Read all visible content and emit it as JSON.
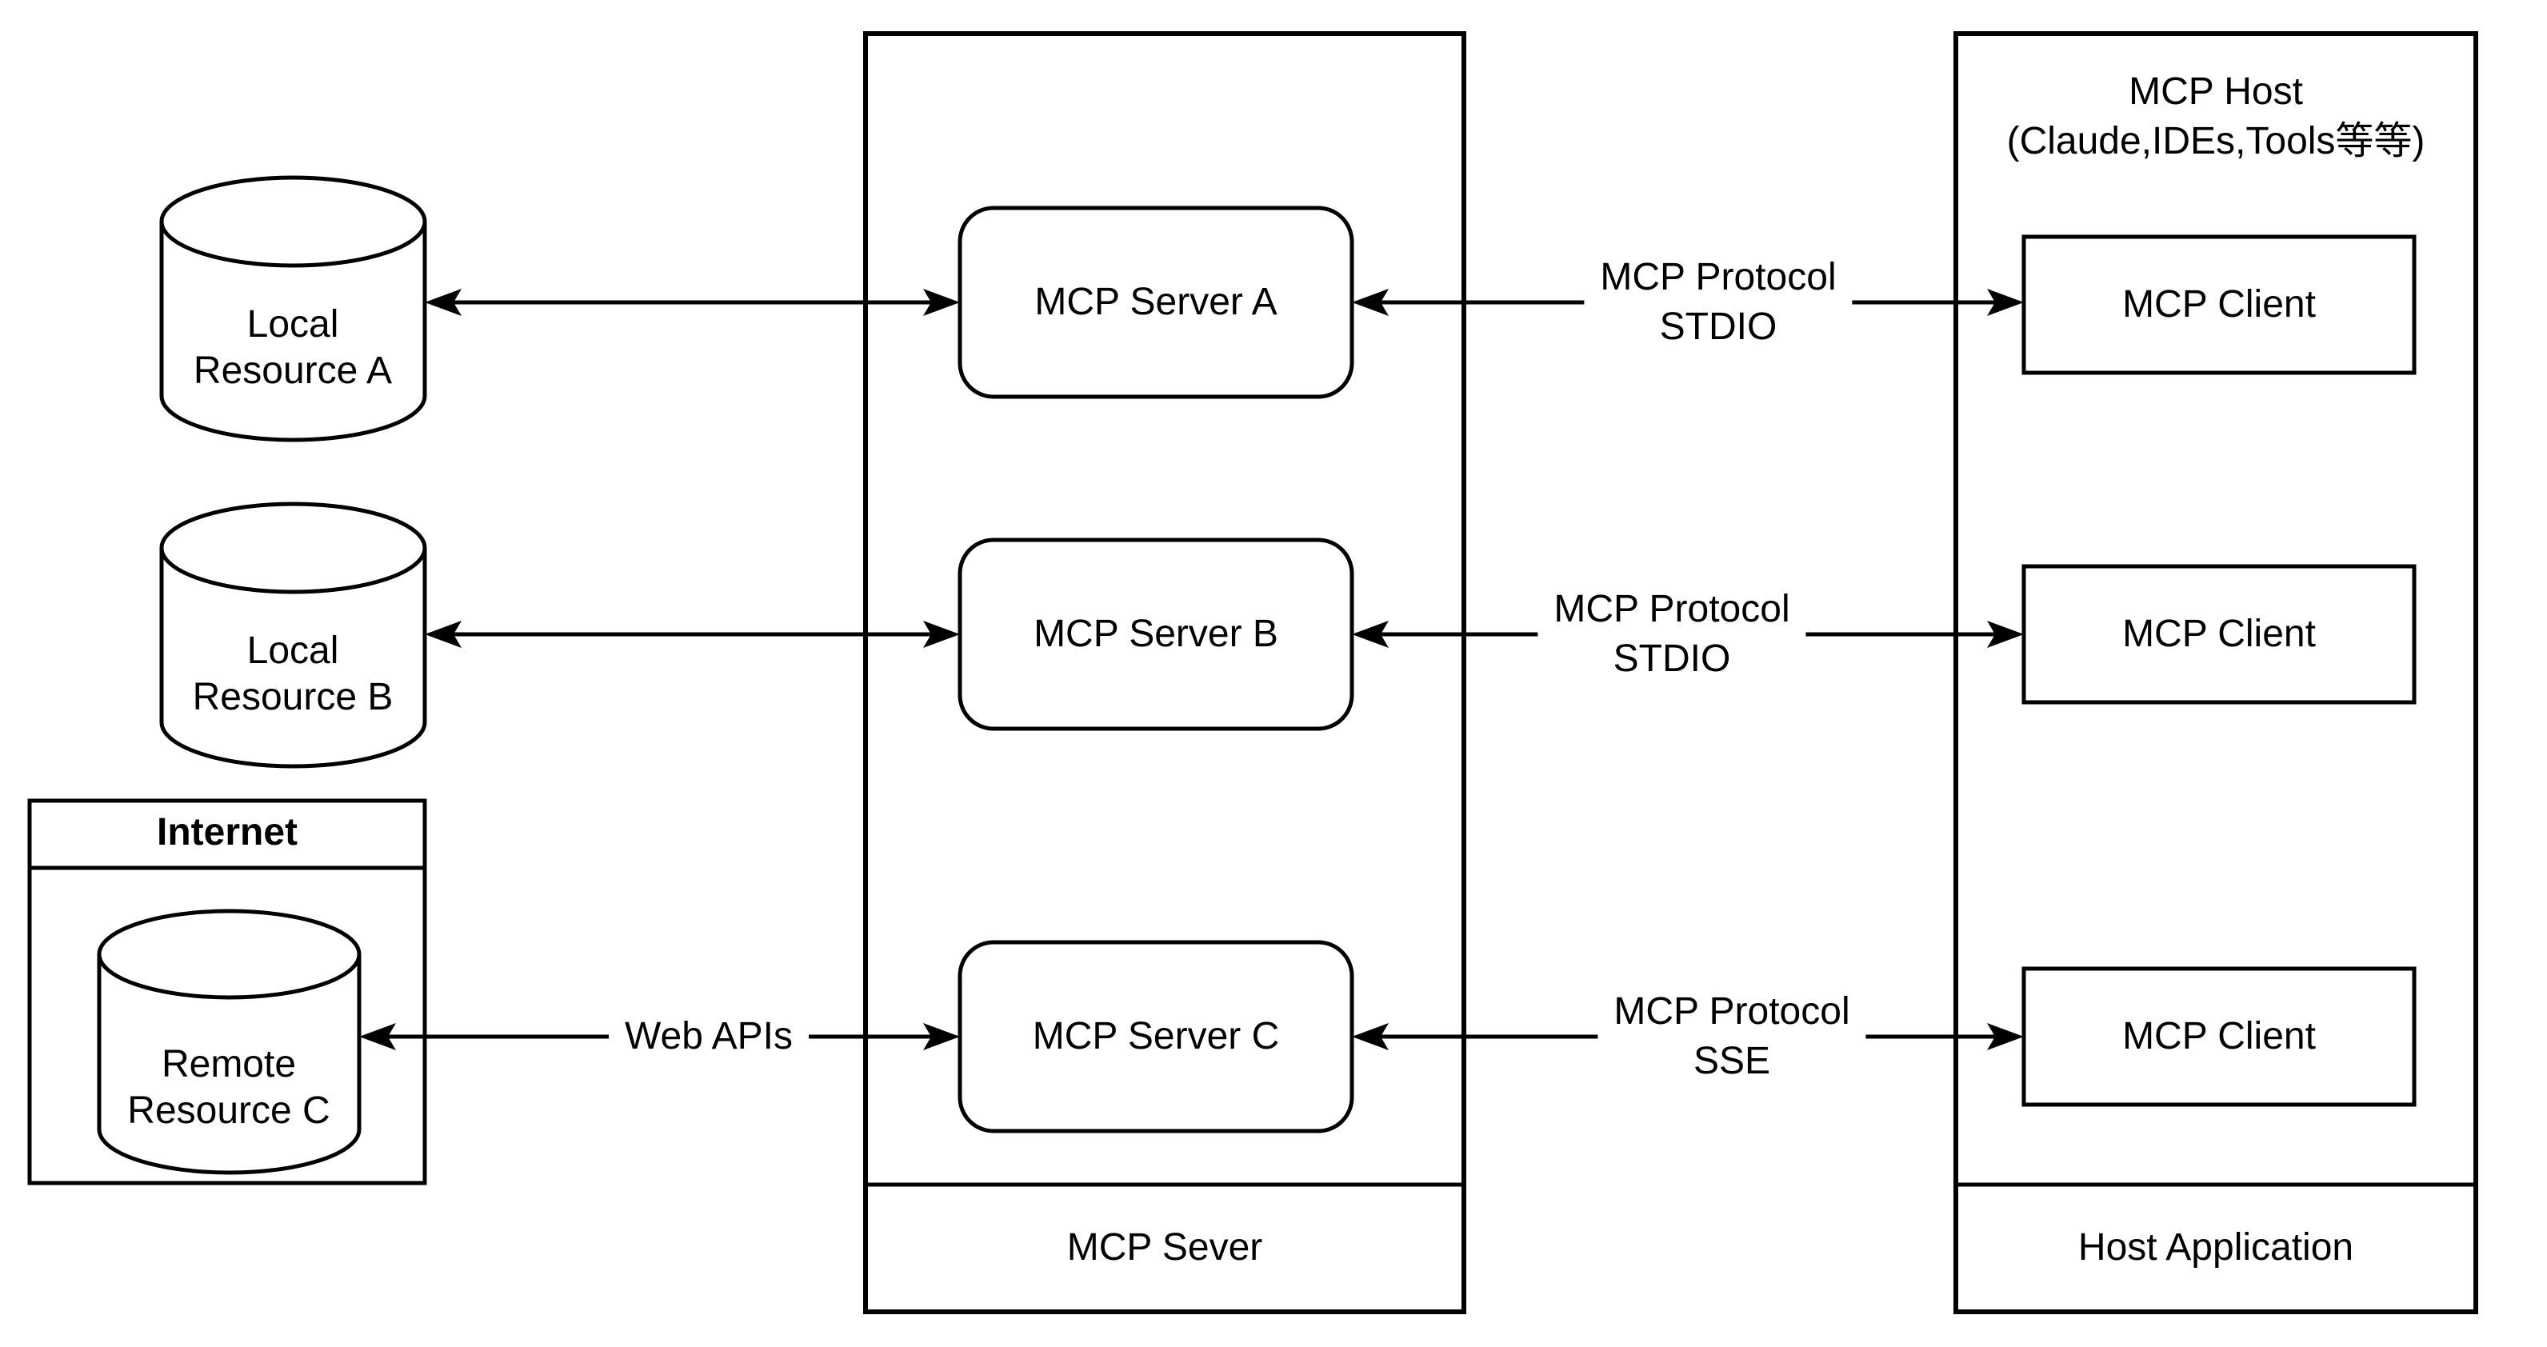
{
  "palette": {
    "stroke": "#000000",
    "background": "#ffffff"
  },
  "resources": {
    "local_a": {
      "line1": "Local",
      "line2": "Resource A"
    },
    "local_b": {
      "line1": "Local",
      "line2": "Resource B"
    },
    "internet": {
      "title": "Internet"
    },
    "remote_c": {
      "line1": "Remote",
      "line2": "Resource C"
    }
  },
  "server_panel": {
    "footer": "MCP Sever",
    "servers": [
      {
        "label": "MCP Server A"
      },
      {
        "label": "MCP Server B"
      },
      {
        "label": "MCP Server C"
      }
    ]
  },
  "host_panel": {
    "title_line1": "MCP Host",
    "title_line2": "(Claude,IDEs,Tools等等)",
    "footer": "Host Application",
    "clients": [
      {
        "label": "MCP Client"
      },
      {
        "label": "MCP Client"
      },
      {
        "label": "MCP Client"
      }
    ]
  },
  "connections": {
    "stdio_a": {
      "line1": "MCP Protocol",
      "line2": "STDIO"
    },
    "stdio_b": {
      "line1": "MCP Protocol",
      "line2": "STDIO"
    },
    "sse_c": {
      "line1": "MCP Protocol",
      "line2": "SSE"
    },
    "web_apis": {
      "label": "Web APIs"
    }
  }
}
